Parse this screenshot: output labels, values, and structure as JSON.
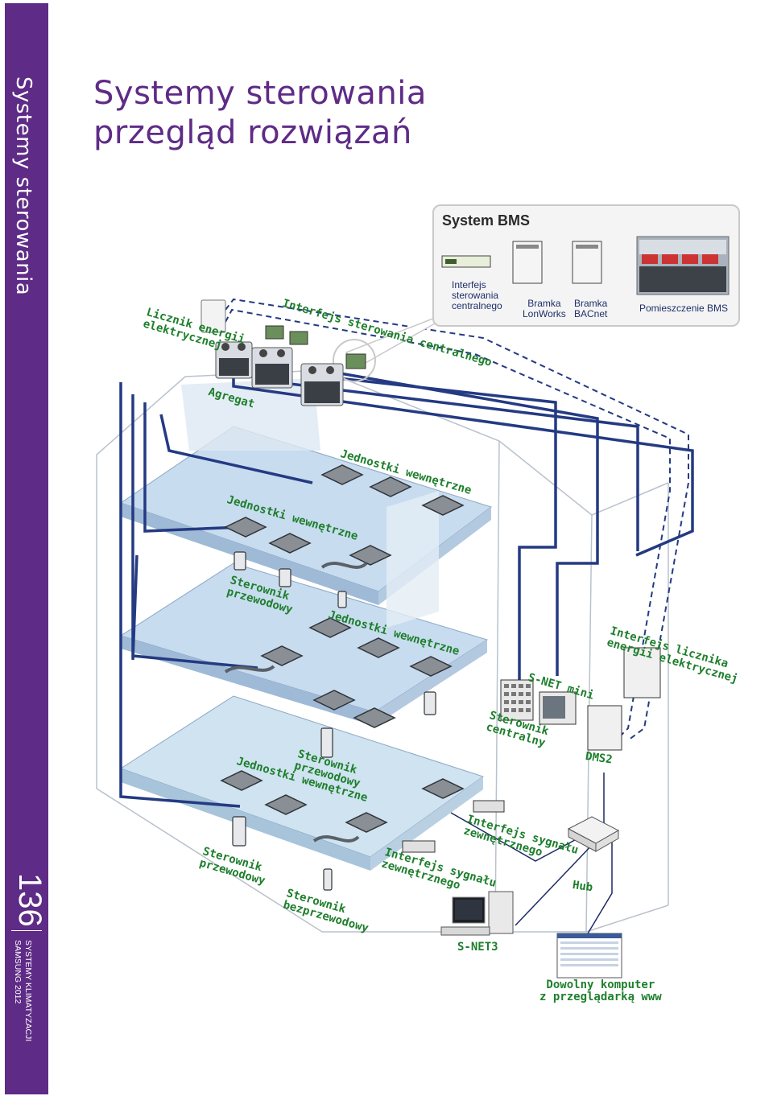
{
  "sidebar": {
    "section_title": "Systemy sterowania",
    "page_number": "136",
    "footer_line1": "SYSTEMY KLIMATYZACJI",
    "footer_line2": "SAMSUNG 2012"
  },
  "header": {
    "title_line1": "Systemy sterowania",
    "title_line2": "przegląd rozwiązań"
  },
  "bms": {
    "title": "System BMS",
    "interface_label": "Interfejs sterowania centralnego",
    "interface_line1": "Interfejs",
    "interface_line2": "sterowania",
    "interface_line3": "centralnego",
    "lonworks_line1": "Bramka",
    "lonworks_line2": "LonWorks",
    "bacnet_line1": "Bramka",
    "bacnet_line2": "BACnet",
    "room": "Pomieszczenie BMS"
  },
  "labels": {
    "energy_meter_1": "Licznik energii",
    "energy_meter_2": "elektrycznej",
    "central_interface": "Interfejs sterowania centralnego",
    "outdoor": "Agregat",
    "indoor_top_right": "Jednostki wewnętrzne",
    "indoor_top_left": "Jednostki wewnętrzne",
    "wired_1_l1": "Sterownik",
    "wired_1_l2": "przewodowy",
    "indoor_mid": "Jednostki wewnętrzne",
    "meter_iface_1": "Interfejs licznika",
    "meter_iface_2": "energii elektrycznej",
    "snet_mini": "S-NET mini",
    "central_ctrl_1": "Sterownik",
    "central_ctrl_2": "centralny",
    "dms2": "DMS2",
    "wired_2_l1": "Sterownik",
    "wired_2_l2": "przewodowy",
    "indoor_low": "Jednostki wewnętrzne",
    "ext_signal_1_l1": "Interfejs sygnału",
    "ext_signal_1_l2": "zewnętrznego",
    "ext_signal_2_l1": "Interfejs sygnału",
    "ext_signal_2_l2": "zewnętrznego",
    "wired_3_l1": "Sterownik",
    "wired_3_l2": "przewodowy",
    "wireless_l1": "Sterownik",
    "wireless_l2": "bezprzewodowy",
    "hub": "Hub",
    "snet3": "S-NET3",
    "any_pc_l1": "Dowolny komputer",
    "any_pc_l2": "z przeglądarką www"
  },
  "colors": {
    "sidebar": "#5e2b86",
    "label_green": "#1e7f2c",
    "cable_blue": "#243a82",
    "building": "#c8dcef"
  }
}
